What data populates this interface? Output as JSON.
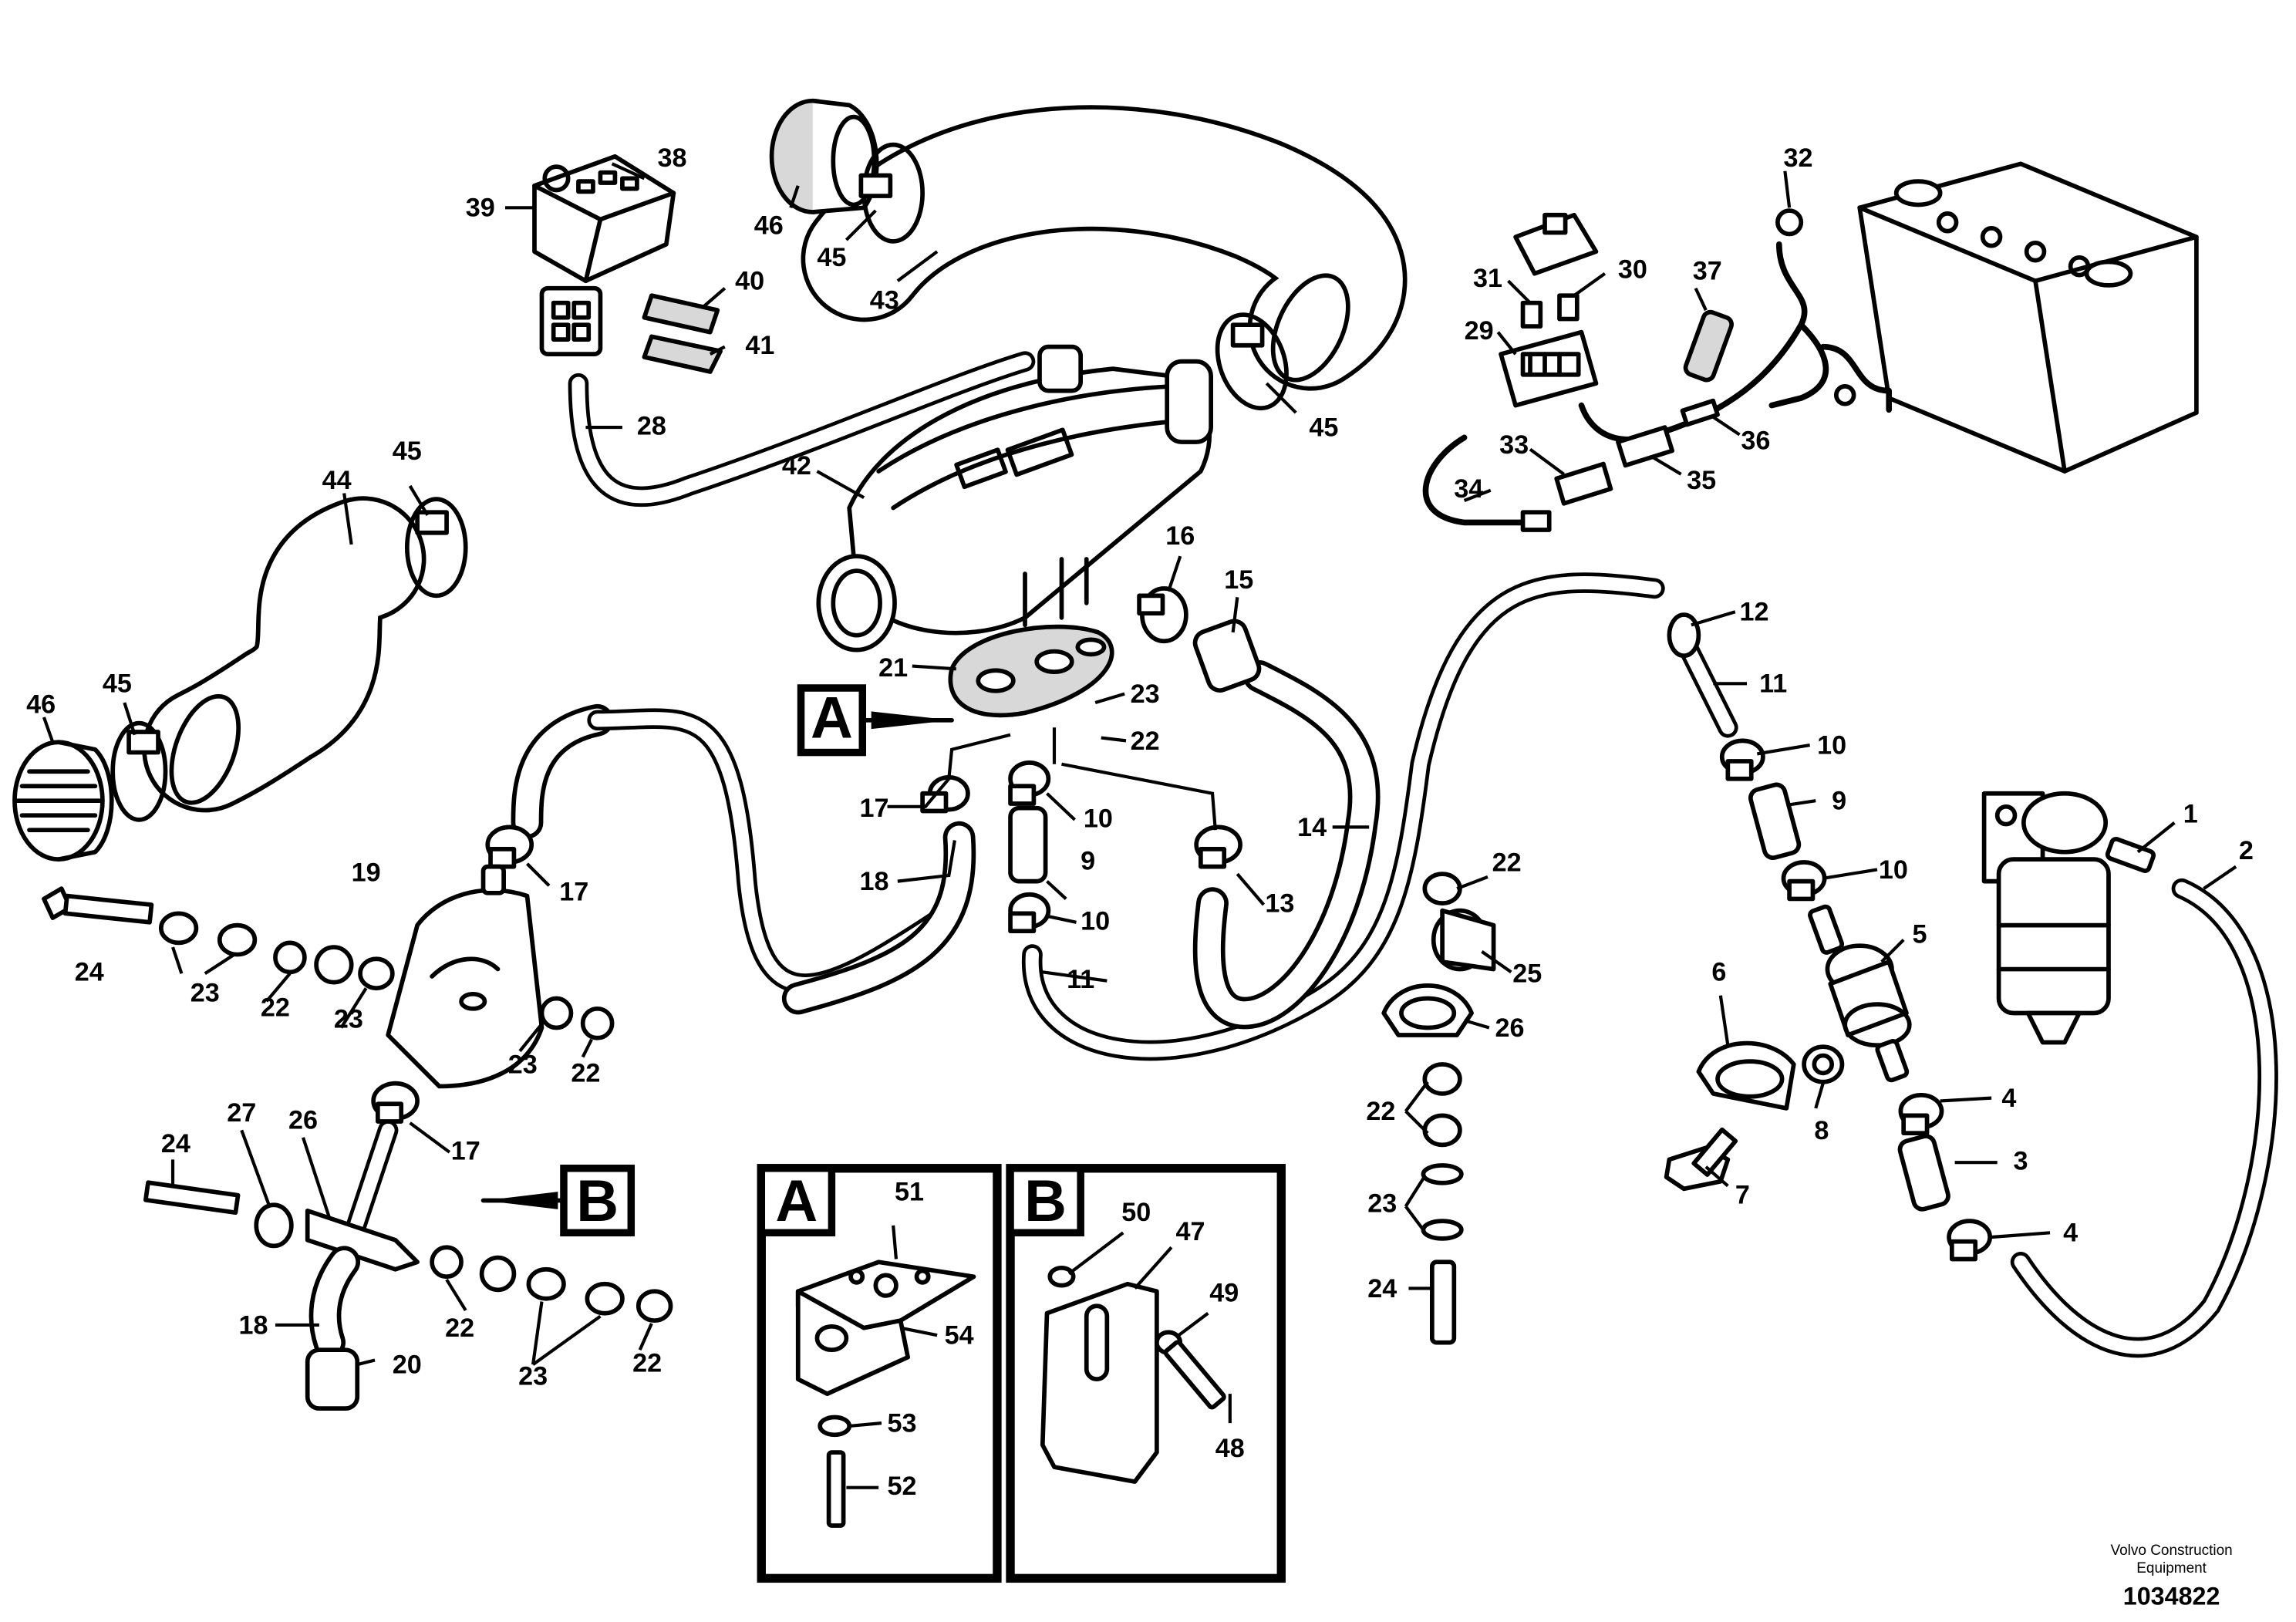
{
  "callouts": [
    {
      "id": "c1",
      "text": "1"
    },
    {
      "id": "c2",
      "text": "2"
    },
    {
      "id": "c3",
      "text": "3"
    },
    {
      "id": "c4a",
      "text": "4"
    },
    {
      "id": "c4b",
      "text": "4"
    },
    {
      "id": "c5",
      "text": "5"
    },
    {
      "id": "c6",
      "text": "6"
    },
    {
      "id": "c7",
      "text": "7"
    },
    {
      "id": "c8",
      "text": "8"
    },
    {
      "id": "c9a",
      "text": "9"
    },
    {
      "id": "c9b",
      "text": "9"
    },
    {
      "id": "c10a",
      "text": "10"
    },
    {
      "id": "c10b",
      "text": "10"
    },
    {
      "id": "c10c",
      "text": "10"
    },
    {
      "id": "c10d",
      "text": "10"
    },
    {
      "id": "c11a",
      "text": "11"
    },
    {
      "id": "c11b",
      "text": "11"
    },
    {
      "id": "c12",
      "text": "12"
    },
    {
      "id": "c13",
      "text": "13"
    },
    {
      "id": "c14",
      "text": "14"
    },
    {
      "id": "c15",
      "text": "15"
    },
    {
      "id": "c16",
      "text": "16"
    },
    {
      "id": "c17a",
      "text": "17"
    },
    {
      "id": "c17b",
      "text": "17"
    },
    {
      "id": "c17c",
      "text": "17"
    },
    {
      "id": "c18a",
      "text": "18"
    },
    {
      "id": "c18b",
      "text": "18"
    },
    {
      "id": "c19",
      "text": "19"
    },
    {
      "id": "c20",
      "text": "20"
    },
    {
      "id": "c21",
      "text": "21"
    },
    {
      "id": "c22a",
      "text": "22"
    },
    {
      "id": "c22b",
      "text": "22"
    },
    {
      "id": "c22c",
      "text": "22"
    },
    {
      "id": "c22d",
      "text": "22"
    },
    {
      "id": "c22e",
      "text": "22"
    },
    {
      "id": "c22f",
      "text": "22"
    },
    {
      "id": "c22g",
      "text": "22"
    },
    {
      "id": "c23a",
      "text": "23"
    },
    {
      "id": "c23b",
      "text": "23"
    },
    {
      "id": "c23c",
      "text": "23"
    },
    {
      "id": "c23d",
      "text": "23"
    },
    {
      "id": "c23e",
      "text": "23"
    },
    {
      "id": "c23f",
      "text": "23"
    },
    {
      "id": "c24a",
      "text": "24"
    },
    {
      "id": "c24b",
      "text": "24"
    },
    {
      "id": "c24c",
      "text": "24"
    },
    {
      "id": "c25",
      "text": "25"
    },
    {
      "id": "c26a",
      "text": "26"
    },
    {
      "id": "c26b",
      "text": "26"
    },
    {
      "id": "c27",
      "text": "27"
    },
    {
      "id": "c28",
      "text": "28"
    },
    {
      "id": "c29",
      "text": "29"
    },
    {
      "id": "c30",
      "text": "30"
    },
    {
      "id": "c31",
      "text": "31"
    },
    {
      "id": "c32",
      "text": "32"
    },
    {
      "id": "c33",
      "text": "33"
    },
    {
      "id": "c34",
      "text": "34"
    },
    {
      "id": "c35",
      "text": "35"
    },
    {
      "id": "c36",
      "text": "36"
    },
    {
      "id": "c37",
      "text": "37"
    },
    {
      "id": "c38",
      "text": "38"
    },
    {
      "id": "c39",
      "text": "39"
    },
    {
      "id": "c40",
      "text": "40"
    },
    {
      "id": "c41",
      "text": "41"
    },
    {
      "id": "c42",
      "text": "42"
    },
    {
      "id": "c43",
      "text": "43"
    },
    {
      "id": "c44",
      "text": "44"
    },
    {
      "id": "c45a",
      "text": "45"
    },
    {
      "id": "c45b",
      "text": "45"
    },
    {
      "id": "c45c",
      "text": "45"
    },
    {
      "id": "c45d",
      "text": "45"
    },
    {
      "id": "c46a",
      "text": "46"
    },
    {
      "id": "c46b",
      "text": "46"
    },
    {
      "id": "c47",
      "text": "47"
    },
    {
      "id": "c48",
      "text": "48"
    },
    {
      "id": "c49",
      "text": "49"
    },
    {
      "id": "c50",
      "text": "50"
    },
    {
      "id": "c51",
      "text": "51"
    },
    {
      "id": "c52",
      "text": "52"
    },
    {
      "id": "c53",
      "text": "53"
    },
    {
      "id": "c54",
      "text": "54"
    }
  ],
  "view_markers": {
    "a": "A",
    "b": "B"
  },
  "insets": {
    "a": {
      "label": "A"
    },
    "b": {
      "label": "B"
    }
  },
  "footer": {
    "line1": "Volvo Construction",
    "line2": "Equipment",
    "drawing_number": "1034822"
  }
}
